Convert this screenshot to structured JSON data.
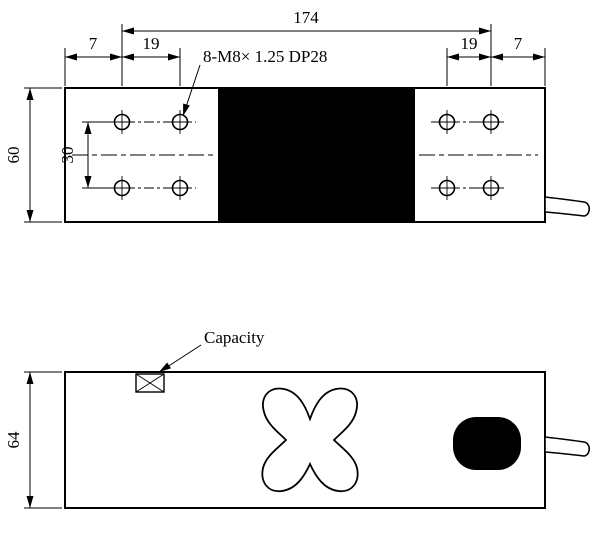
{
  "top_view": {
    "dim_overall_length": "174",
    "dim_edge_to_hole_left": "7",
    "dim_hole_pitch_left": "19",
    "dim_hole_pitch_right": "19",
    "dim_edge_to_hole_right": "7",
    "dim_body_width": "60",
    "dim_hole_row_spacing": "30",
    "thread_callout": "8-M8× 1.25 DP28"
  },
  "bottom_view": {
    "dim_body_height": "64",
    "capacity_label": "Capacity"
  },
  "colors": {
    "line": "#000000",
    "background": "#ffffff"
  }
}
